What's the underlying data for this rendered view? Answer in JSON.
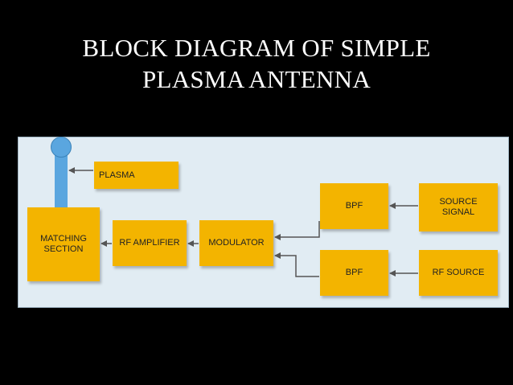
{
  "title": {
    "line1": "BLOCK DIAGRAM OF SIMPLE",
    "line2": "PLASMA ANTENNA"
  },
  "diagram": {
    "blocks": {
      "plasma": "PLASMA",
      "matching_line1": "MATCHING",
      "matching_line2": "SECTION",
      "rf_amplifier": "RF AMPLIFIER",
      "modulator": "MODULATOR",
      "bpf_top": "BPF",
      "bpf_bottom": "BPF",
      "source_signal_line1": "SOURCE",
      "source_signal_line2": "SIGNAL",
      "rf_source": "RF SOURCE"
    },
    "colors": {
      "block": "#f3b400",
      "antenna": "#5aa6df",
      "panel": "#e1ecf3",
      "arrow": "#555555"
    }
  }
}
